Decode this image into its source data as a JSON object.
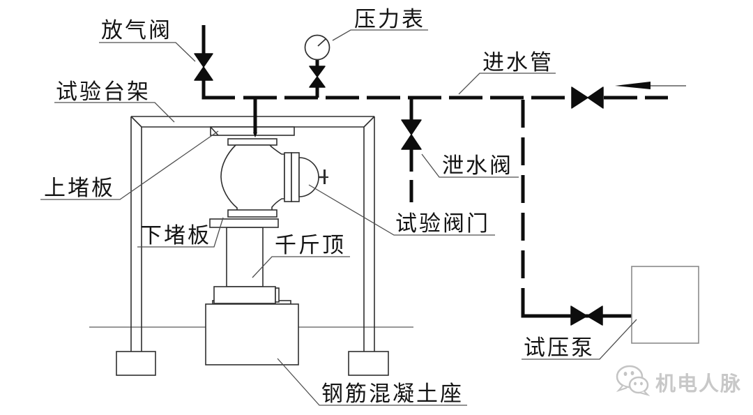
{
  "diagram": {
    "labels": {
      "air_release_valve": "放气阀",
      "pressure_gauge": "压力表",
      "inlet_pipe": "进水管",
      "test_bench": "试验台架",
      "upper_blind_plate": "上堵板",
      "lower_blind_plate": "下堵板",
      "jack": "千斤顶",
      "drain_valve": "泄水阀",
      "test_valve": "试验阀门",
      "pressure_test_pump": "试压泵",
      "reinforced_concrete_base": "钢筋混凝土座"
    },
    "watermark": {
      "icon": "wechat-icon",
      "text": "机电人脉",
      "color": "#c8c8c8"
    },
    "colors": {
      "background": "#ffffff",
      "pipe_line": "#0d0d0d",
      "outline": "#2e2e2e",
      "leader_line": "#4f4f4f",
      "pump_box_border": "#8a8a8a",
      "watermark": "#c8c8c8"
    }
  }
}
